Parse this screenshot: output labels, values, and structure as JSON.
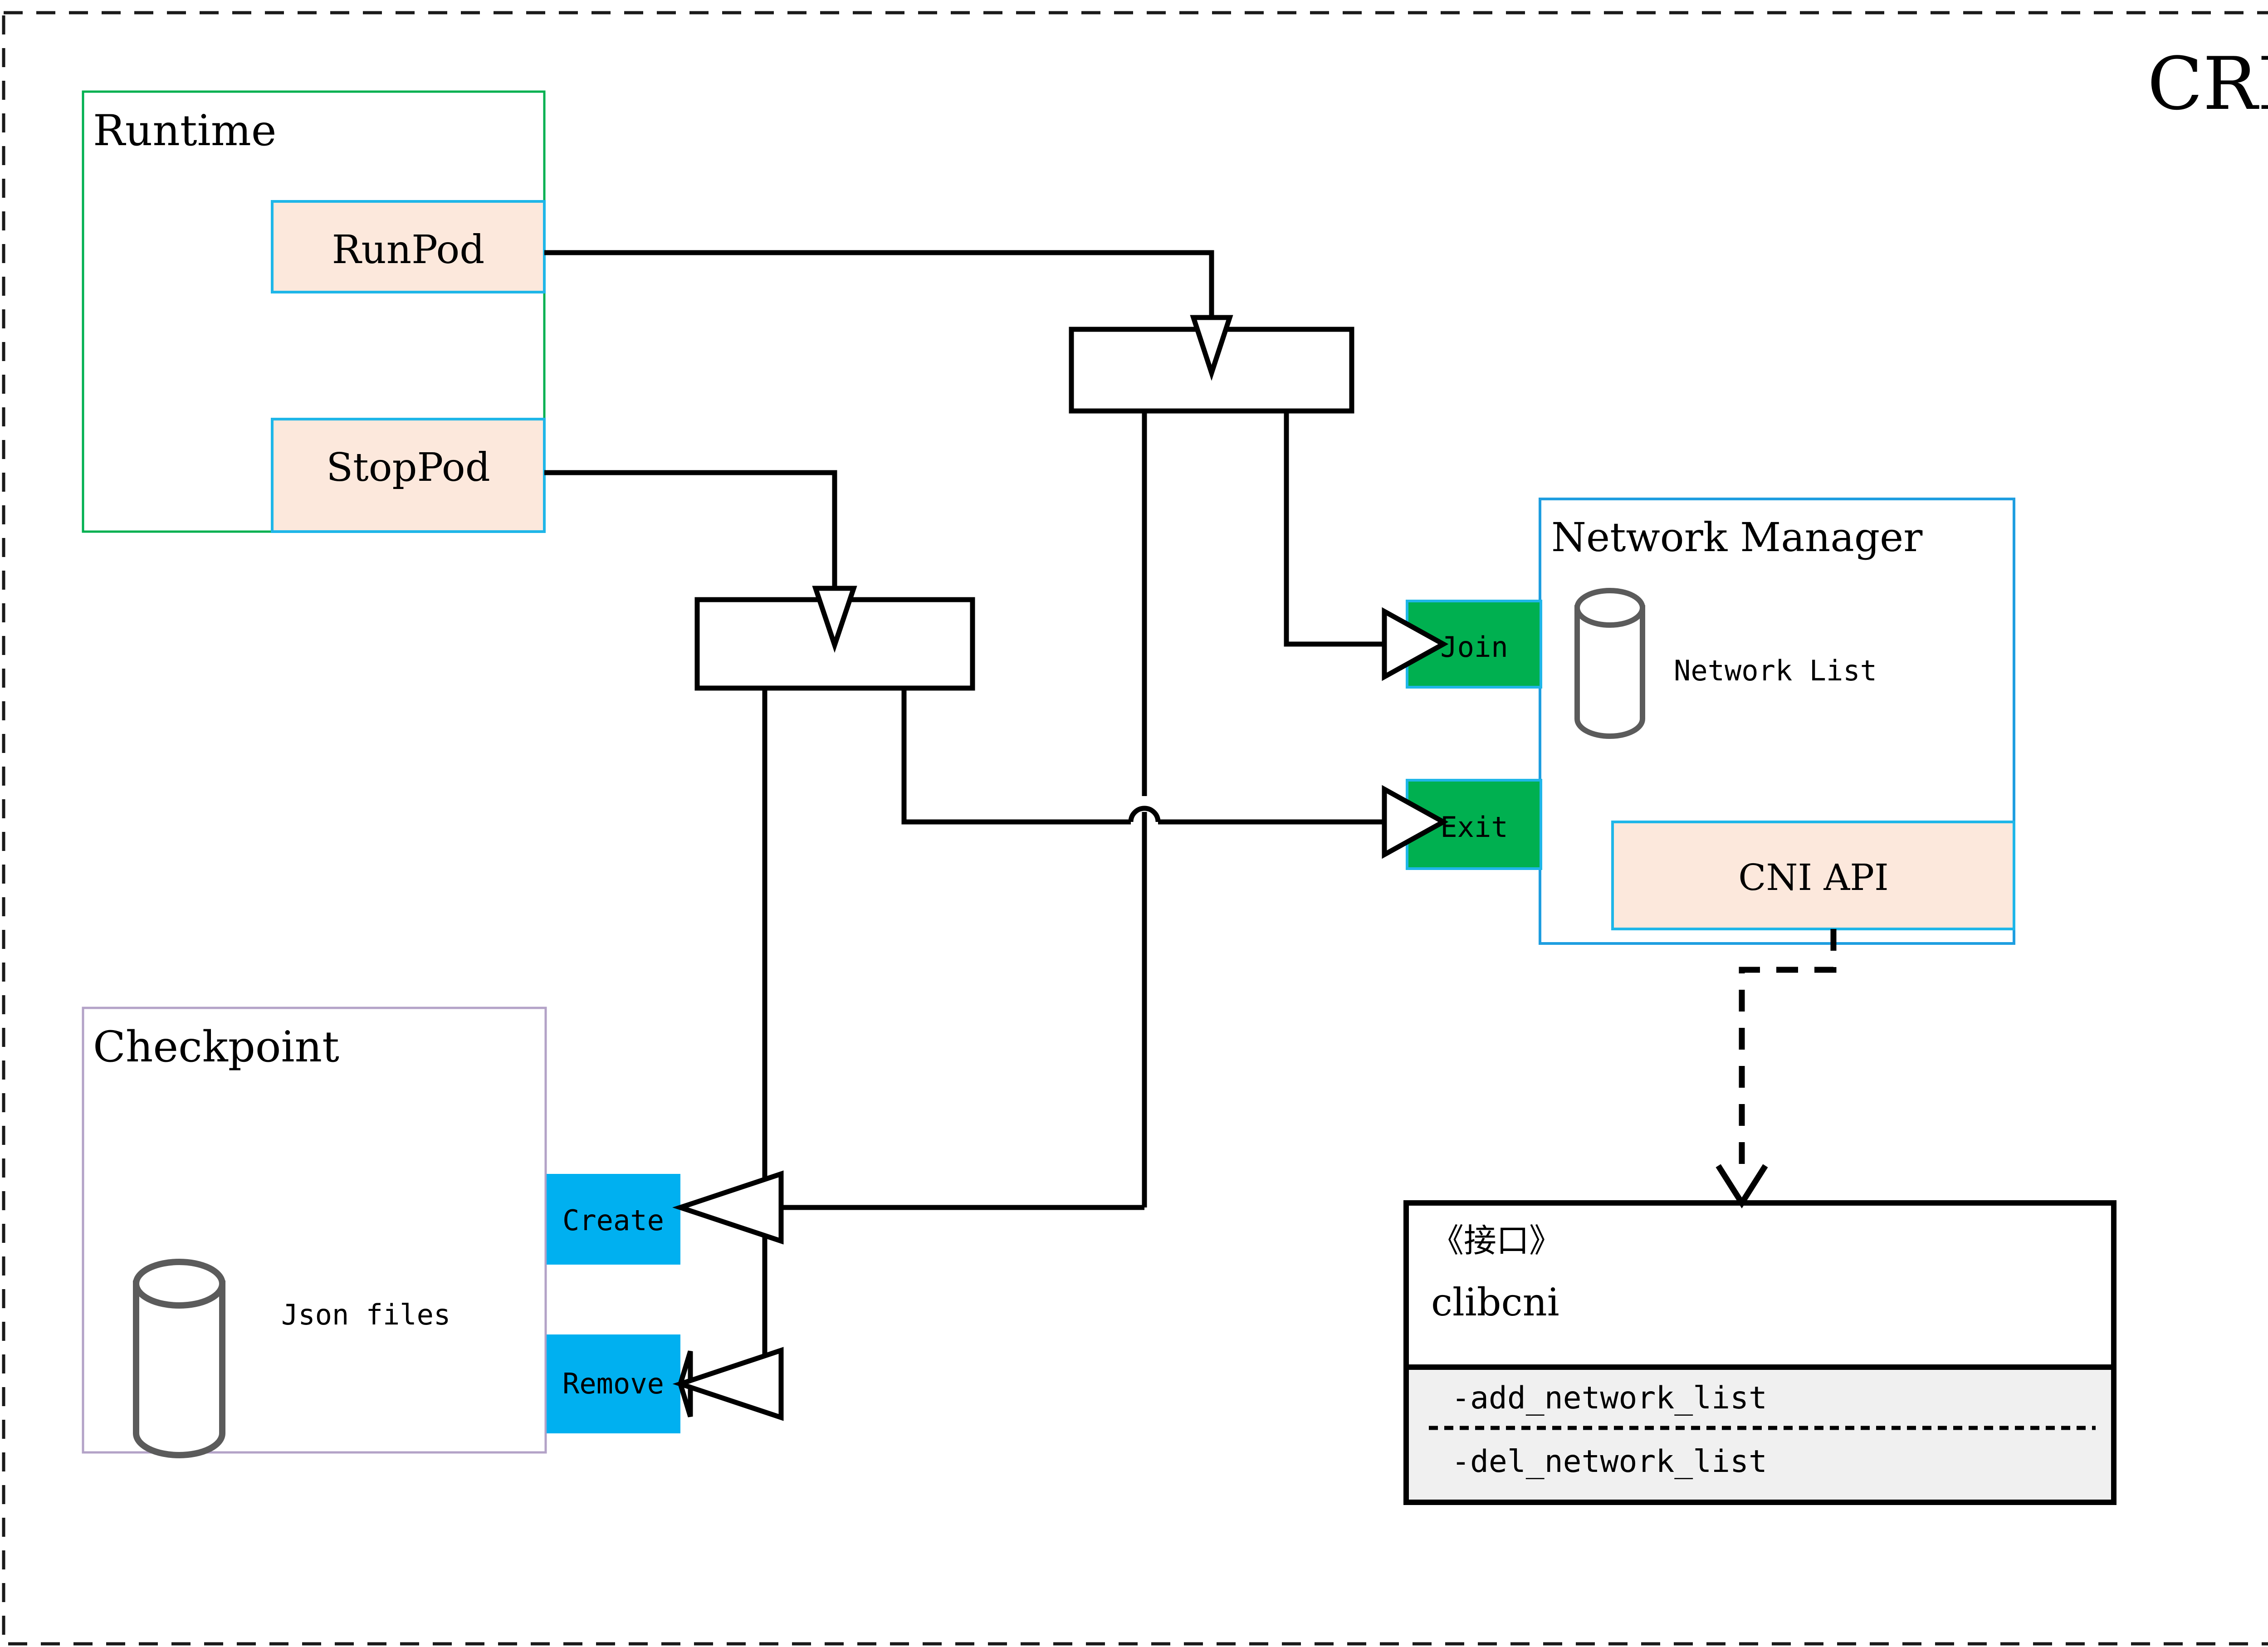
{
  "diagram": {
    "title": "CRI",
    "title_color": "#806000",
    "outer_border": "dashed",
    "groups": [
      {
        "id": "runtime",
        "label": "Runtime",
        "border_color": "#00b050"
      },
      {
        "id": "checkpoint",
        "label": "Checkpoint",
        "border_color": "#b3a2c7"
      },
      {
        "id": "netmgr",
        "label": "Network Manager",
        "border_color": "#1f9ee0"
      }
    ],
    "runtime": {
      "label": "Runtime",
      "ops": [
        {
          "id": "runpod",
          "label": "RunPod",
          "fill": "#fce8dc",
          "stroke": "#1fb6e8"
        },
        {
          "id": "stoppod",
          "label": "StopPod",
          "fill": "#fce8dc",
          "stroke": "#1fb6e8"
        }
      ]
    },
    "checkpoint": {
      "label": "Checkpoint",
      "store_label": "Json files",
      "ops": [
        {
          "id": "create",
          "label": "Create",
          "fill": "#00b0f0"
        },
        {
          "id": "remove",
          "label": "Remove",
          "fill": "#00b0f0"
        }
      ]
    },
    "network_manager": {
      "label": "Network Manager",
      "store_label": "Network List",
      "ops": [
        {
          "id": "join",
          "label": "Join",
          "fill": "#00b050",
          "stroke": "#1fb6e8"
        },
        {
          "id": "exit",
          "label": "Exit",
          "fill": "#00b050",
          "stroke": "#1fb6e8"
        }
      ],
      "api": {
        "id": "cni-api",
        "label": "CNI API",
        "fill": "#fce8dc",
        "stroke": "#1fb6e8"
      }
    },
    "interface": {
      "stereotype": "《接口》",
      "name": "clibcni",
      "members_fill": "#f0f0f0",
      "members": [
        "-add_network_list",
        "-del_network_list"
      ]
    },
    "junctions": [
      {
        "id": "junction-run",
        "label": ""
      },
      {
        "id": "junction-stop",
        "label": ""
      }
    ]
  }
}
